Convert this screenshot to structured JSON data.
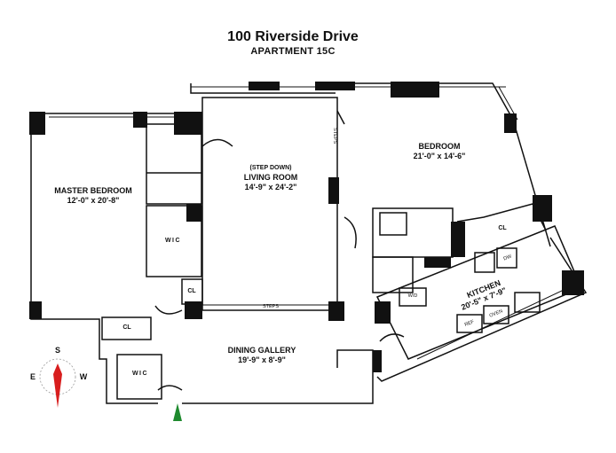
{
  "header": {
    "title": "100 Riverside Drive",
    "subtitle": "APARTMENT 15C"
  },
  "rooms": {
    "master_bedroom": {
      "name": "MASTER BEDROOM",
      "dims": "12'-0\" x 20'-8\""
    },
    "living_room": {
      "note": "(STEP DOWN)",
      "name": "LIVING ROOM",
      "dims": "14'-9\" x 24'-2\""
    },
    "bedroom": {
      "name": "BEDROOM",
      "dims": "21'-0\" x 14'-6\""
    },
    "kitchen": {
      "name": "KITCHEN",
      "dims": "20'-5\" x 7'-9\""
    },
    "dining_gallery": {
      "name": "DINING GALLERY",
      "dims": "19'-9\" x 8'-9\""
    }
  },
  "labels": {
    "wic_1": "WIC",
    "wic_2": "WIC",
    "cl_1": "CL",
    "cl_2": "CL",
    "cl_3": "CL",
    "steps_1": "STEPS",
    "steps_2": "STEPS",
    "ref": "REF",
    "oven": "OVEN",
    "dw": "DW",
    "wd": "W/D"
  },
  "compass": {
    "south": "S",
    "east": "E",
    "west": "W"
  },
  "colors": {
    "wall": "#111111",
    "compass_red": "#d81e1e",
    "entry_green": "#1e8a2e"
  }
}
